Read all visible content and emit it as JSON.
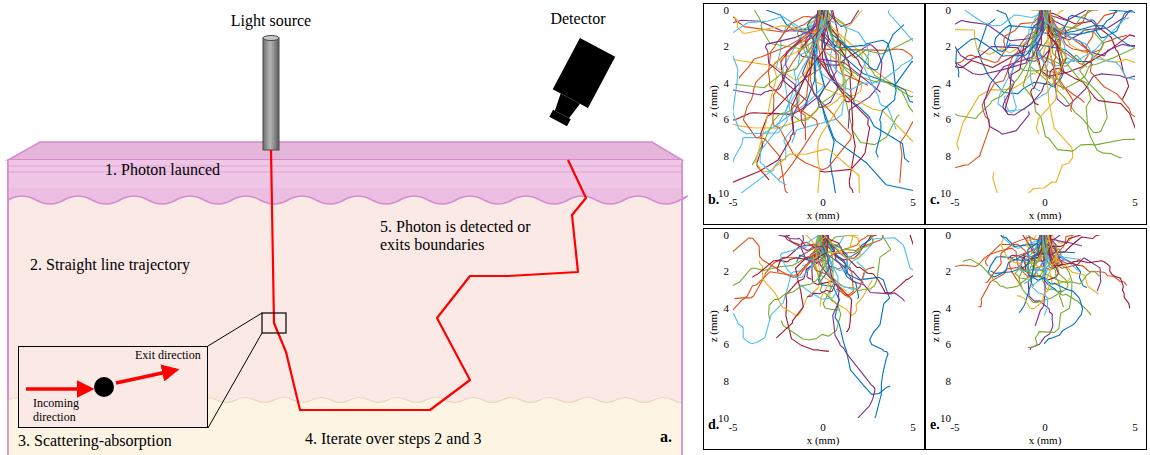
{
  "diagram": {
    "nodes": [
      {
        "text": [
          "Exit direction",
          "Incoming direction"
        ]
      },
      {
        "text": [
          "b."
        ]
      },
      {
        "text": [
          "c."
        ]
      },
      {
        "text": [
          "d."
        ]
      },
      {
        "text": [
          "e."
        ]
      }
    ],
    "labels": [
      "Light source",
      "Detector",
      "1. Photon launced",
      "2. Straight line trajectory",
      "3. Scattering-absorption",
      "4. Iterate over steps 2 and 3",
      "5. Photon is detected or exits boundaries",
      "a.",
      "0",
      "2",
      "4",
      "6",
      "8",
      "10",
      "z (mm)",
      "-5",
      "0",
      "5",
      "x (mm)",
      "0",
      "2",
      "4",
      "6",
      "8",
      "10",
      "z (mm)",
      "-5",
      "0",
      "5",
      "x (mm)",
      "0",
      "2",
      "4",
      "6",
      "8",
      "10",
      "z (mm)",
      "-5",
      "0",
      "5",
      "x (mm)",
      "0",
      "2",
      "4",
      "6",
      "8",
      "10",
      "z (mm)",
      "-5",
      "0",
      "5",
      "x (mm)"
    ]
  }
}
